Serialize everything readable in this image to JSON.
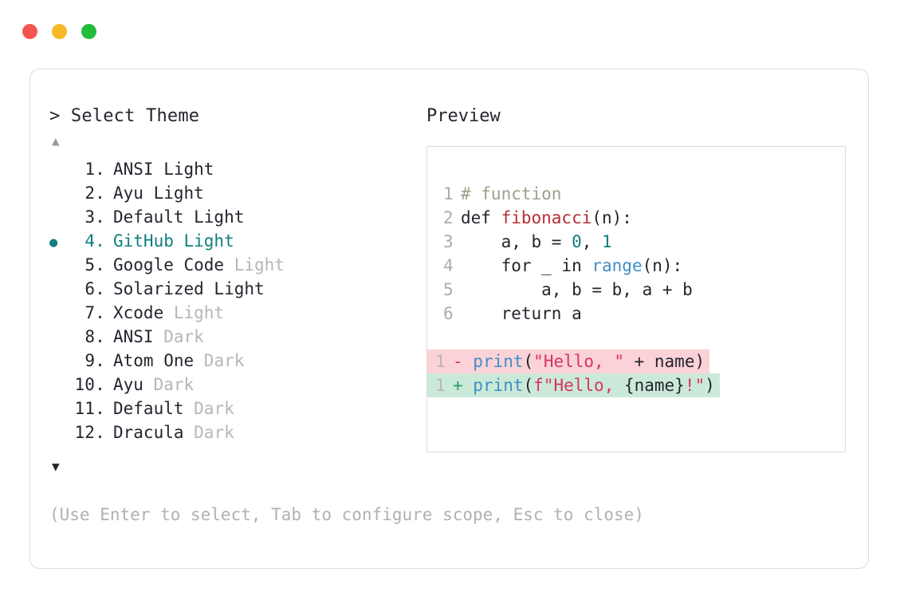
{
  "window": {
    "traffic_lights": [
      {
        "name": "close",
        "color": "#f4564f"
      },
      {
        "name": "minimize",
        "color": "#f7b928"
      },
      {
        "name": "zoom",
        "color": "#22bb3c"
      }
    ]
  },
  "selector": {
    "prompt": "> Select Theme",
    "scroll_up_icon": "▲",
    "scroll_down_icon": "▼",
    "selected_bullet": "●",
    "selected_index": 4,
    "accent_color": "#0f7f7f",
    "items": [
      {
        "number": "1.",
        "name": "ANSI Light",
        "variant": "",
        "selected": false
      },
      {
        "number": "2.",
        "name": "Ayu Light",
        "variant": "",
        "selected": false
      },
      {
        "number": "3.",
        "name": "Default Light",
        "variant": "",
        "selected": false
      },
      {
        "number": "4.",
        "name": "GitHub Light",
        "variant": "",
        "selected": true
      },
      {
        "number": "5.",
        "name": "Google Code",
        "variant": "Light",
        "selected": false
      },
      {
        "number": "6.",
        "name": "Solarized Light",
        "variant": "",
        "selected": false
      },
      {
        "number": "7.",
        "name": "Xcode",
        "variant": "Light",
        "selected": false
      },
      {
        "number": "8.",
        "name": "ANSI",
        "variant": "Dark",
        "selected": false
      },
      {
        "number": "9.",
        "name": "Atom One",
        "variant": "Dark",
        "selected": false
      },
      {
        "number": "10.",
        "name": "Ayu",
        "variant": "Dark",
        "selected": false
      },
      {
        "number": "11.",
        "name": "Default",
        "variant": "Dark",
        "selected": false
      },
      {
        "number": "12.",
        "name": "Dracula",
        "variant": "Dark",
        "selected": false
      }
    ],
    "hint": "(Use Enter to select, Tab to configure scope, Esc to close)"
  },
  "preview": {
    "label": "Preview",
    "code_lines": [
      {
        "lineno": "1",
        "tokens": [
          {
            "t": "# function",
            "c": "comment"
          }
        ]
      },
      {
        "lineno": "2",
        "tokens": [
          {
            "t": "def ",
            "c": "kw"
          },
          {
            "t": "fibonacci",
            "c": "fn"
          },
          {
            "t": "(n):",
            "c": "plain"
          }
        ]
      },
      {
        "lineno": "3",
        "tokens": [
          {
            "t": "    a, b = ",
            "c": "plain"
          },
          {
            "t": "0",
            "c": "num"
          },
          {
            "t": ", ",
            "c": "plain"
          },
          {
            "t": "1",
            "c": "num"
          }
        ]
      },
      {
        "lineno": "4",
        "tokens": [
          {
            "t": "    for _ in ",
            "c": "plain"
          },
          {
            "t": "range",
            "c": "builtin"
          },
          {
            "t": "(n):",
            "c": "plain"
          }
        ]
      },
      {
        "lineno": "5",
        "tokens": [
          {
            "t": "        a, b = b, a + b",
            "c": "plain"
          }
        ]
      },
      {
        "lineno": "6",
        "tokens": [
          {
            "t": "    return a",
            "c": "plain"
          }
        ]
      }
    ],
    "diff_lines": [
      {
        "lineno": "1",
        "kind": "del",
        "marker": "-",
        "bg_color": "#fad2d7",
        "tokens": [
          {
            "t": "print",
            "c": "builtin"
          },
          {
            "t": "(",
            "c": "plain"
          },
          {
            "t": "\"Hello, \"",
            "c": "str"
          },
          {
            "t": " + name)",
            "c": "plain"
          }
        ]
      },
      {
        "lineno": "1",
        "kind": "add",
        "marker": "+",
        "bg_color": "#cbe9d8",
        "tokens": [
          {
            "t": "print",
            "c": "builtin"
          },
          {
            "t": "(",
            "c": "plain"
          },
          {
            "t": "f\"Hello, ",
            "c": "str"
          },
          {
            "t": "{name}",
            "c": "plain"
          },
          {
            "t": "!\"",
            "c": "str"
          },
          {
            "t": ")",
            "c": "plain"
          }
        ]
      }
    ]
  }
}
